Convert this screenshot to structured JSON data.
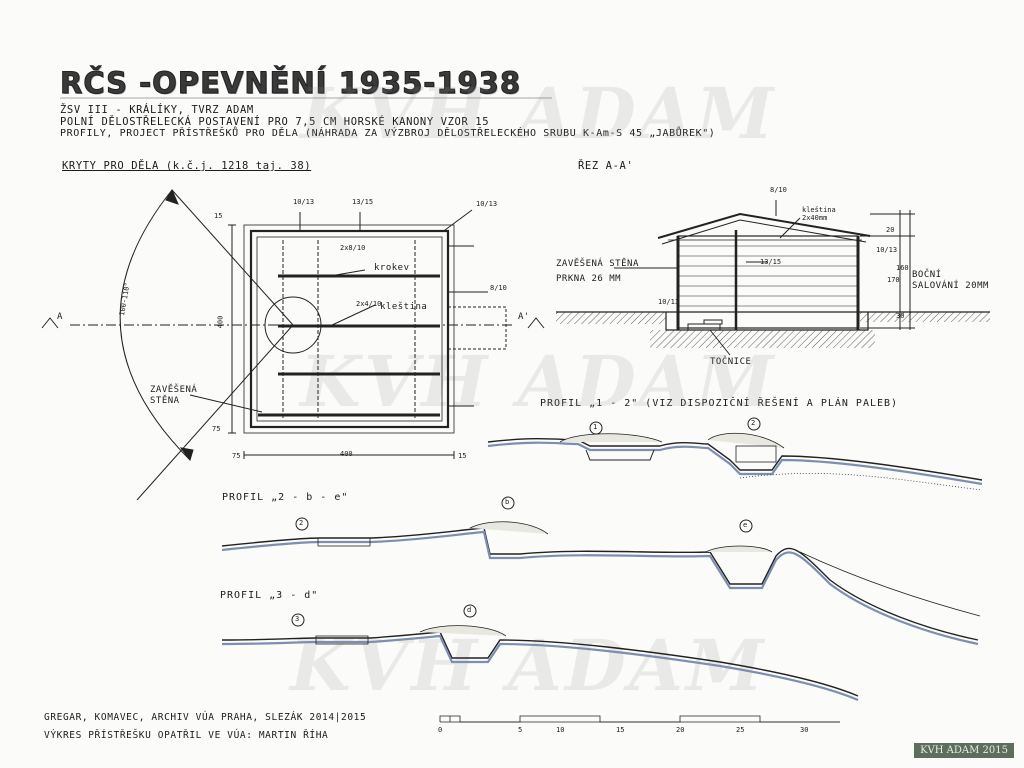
{
  "title": "RČS -OPEVNĚNÍ 1935-1938",
  "header": {
    "line1": "ŽSV III - KRÁLÍKY, TVRZ ADAM",
    "line2": "POLNÍ DĚLOSTŘELECKÁ POSTAVENÍ PRO 7,5 CM HORSKÉ KANONY VZOR 15",
    "line3": "PROFILY, PROJECT PŘÍSTŘEŠKŮ PRO DĚLA (NÁHRADA ZA VÝZBROJ DĚLOSTŘELECKÉHO SRUBU K-Am-S 45 „JABŮREK\")"
  },
  "plan": {
    "heading": "KRYTY PRO DĚLA (k.č.j. 1218 taj. 38)",
    "label_suspended_wall": "ZAVĚŠENÁ STĚNA",
    "label_rafter": "krokev",
    "label_tie": "kleština",
    "label_angle": "100-110°",
    "dims": [
      "10/13",
      "13/15",
      "10/13",
      "2x8/10",
      "2x4/10",
      "8/10",
      "400",
      "400",
      "15",
      "15",
      "75",
      "75"
    ],
    "section_marks": [
      "A",
      "A'"
    ]
  },
  "section": {
    "heading": "ŘEZ A-A'",
    "label_suspended_wall": "ZAVĚŠENÁ STĚNA",
    "label_boards": "PRKNA 26 MM",
    "label_tie": "kleština",
    "label_tie_size": "2x40mm",
    "label_side_cladding": "BOČNÍ",
    "label_side_cladding2": "SALOVÁNÍ 20MM",
    "label_pivot": "TOČNICE",
    "dims": [
      "8/10",
      "10/13",
      "13/15",
      "10/13",
      "20",
      "160",
      "170",
      "30"
    ]
  },
  "profiles": [
    {
      "label": "PROFIL „1 - 2\" (VIZ DISPOZIČNÍ ŘEŠENÍ A PLÁN PALEB)",
      "markers": [
        "1",
        "2"
      ]
    },
    {
      "label": "PROFIL „2 - b - e\"",
      "markers": [
        "2",
        "b",
        "e"
      ]
    },
    {
      "label": "PROFIL „3 - d\"",
      "markers": [
        "3",
        "d"
      ]
    }
  ],
  "footer": {
    "line1": "GREGAR, KOMAVEC, ARCHIV VÚA PRAHA, SLEZÁK   2014|2015",
    "line2": "VÝKRES PŘÍSTŘEŠKU OPATŘIL VE VÚA: MARTIN ŘÍHA"
  },
  "scale_labels": [
    "0",
    "5",
    "10",
    "15",
    "20",
    "25",
    "30"
  ],
  "watermark": "KVH ADAM",
  "badge": "KVH ADAM 2015"
}
